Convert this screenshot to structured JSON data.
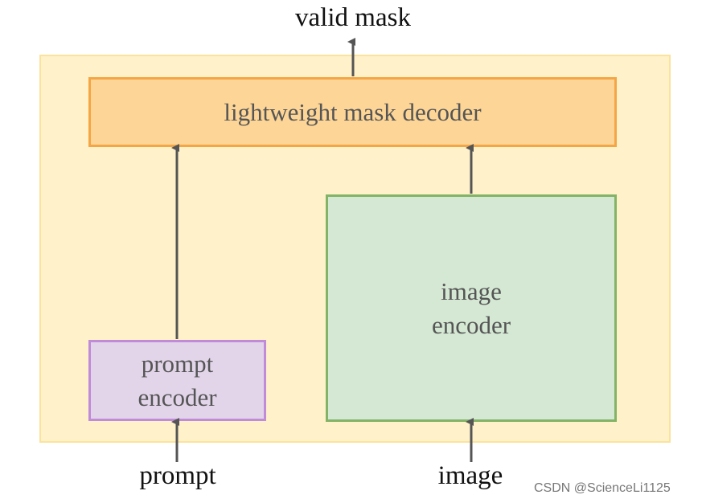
{
  "labels": {
    "output": "valid mask",
    "decoder": "lightweight mask decoder",
    "image_encoder": [
      "image",
      "encoder"
    ],
    "prompt_encoder": [
      "prompt",
      "encoder"
    ],
    "input_prompt": "prompt",
    "input_image": "image"
  },
  "watermark": "CSDN @ScienceLi1125",
  "colors": {
    "container_fill": "#fff1c9",
    "decoder_fill": "#fdd596",
    "decoder_border": "#f4a646",
    "image_encoder_fill": "#d5e8d4",
    "image_encoder_border": "#82b366",
    "prompt_encoder_fill": "#e2d5ea",
    "prompt_encoder_border": "#c08bd8",
    "arrow": "#555555"
  }
}
